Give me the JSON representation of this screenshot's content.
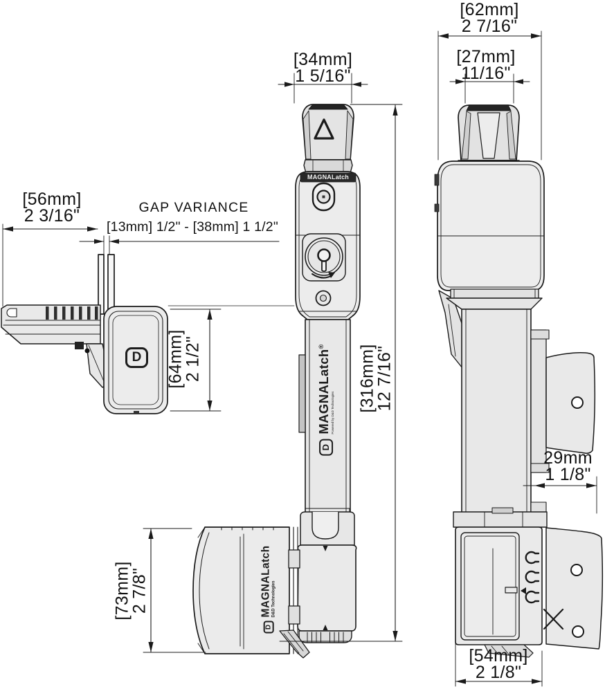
{
  "colors": {
    "background": "#ffffff",
    "line": "#1a1a1a",
    "fill_light": "#ededed",
    "fill_mid": "#e0e0e0",
    "fill_dark": "#c9c9c9",
    "band_dark": "#282828",
    "text": "#111111"
  },
  "brand": {
    "band_label": "MAGNALatch",
    "stem_label": "MAGNALatch",
    "registered_mark": "®",
    "stem_tagline": "Powered by D&D Technologies",
    "bottom_label": "MAGNALatch",
    "bottom_tagline": "D&D Technologies",
    "logo_letter": "D"
  },
  "labels": {
    "gap_variance_title": "GAP VARIANCE",
    "gap_variance_range": "[13mm] 1/2\" - [38mm] 1 1/2\""
  },
  "dimensions": {
    "front_knob_width": {
      "mm": "[34mm]",
      "inch": "1 5/16\""
    },
    "side_body_width": {
      "mm": "[62mm]",
      "inch": "2 7/16\""
    },
    "side_knob_width": {
      "mm": "[27mm]",
      "inch": "11/16\""
    },
    "top_view_depth": {
      "mm": "[56mm]",
      "inch": "2 3/16\""
    },
    "top_latch_height": {
      "mm": "[64mm]",
      "inch": "2 1/2\""
    },
    "overall_height": {
      "mm": "[316mm]",
      "inch": "12 7/16\""
    },
    "bracket_offset": {
      "mm": "29mm",
      "inch": "1 1/8\""
    },
    "bottom_latch_height": {
      "mm": "[73mm]",
      "inch": "2 7/8\""
    },
    "bottom_body_width": {
      "mm": "[54mm]",
      "inch": "2 1/8\""
    }
  }
}
